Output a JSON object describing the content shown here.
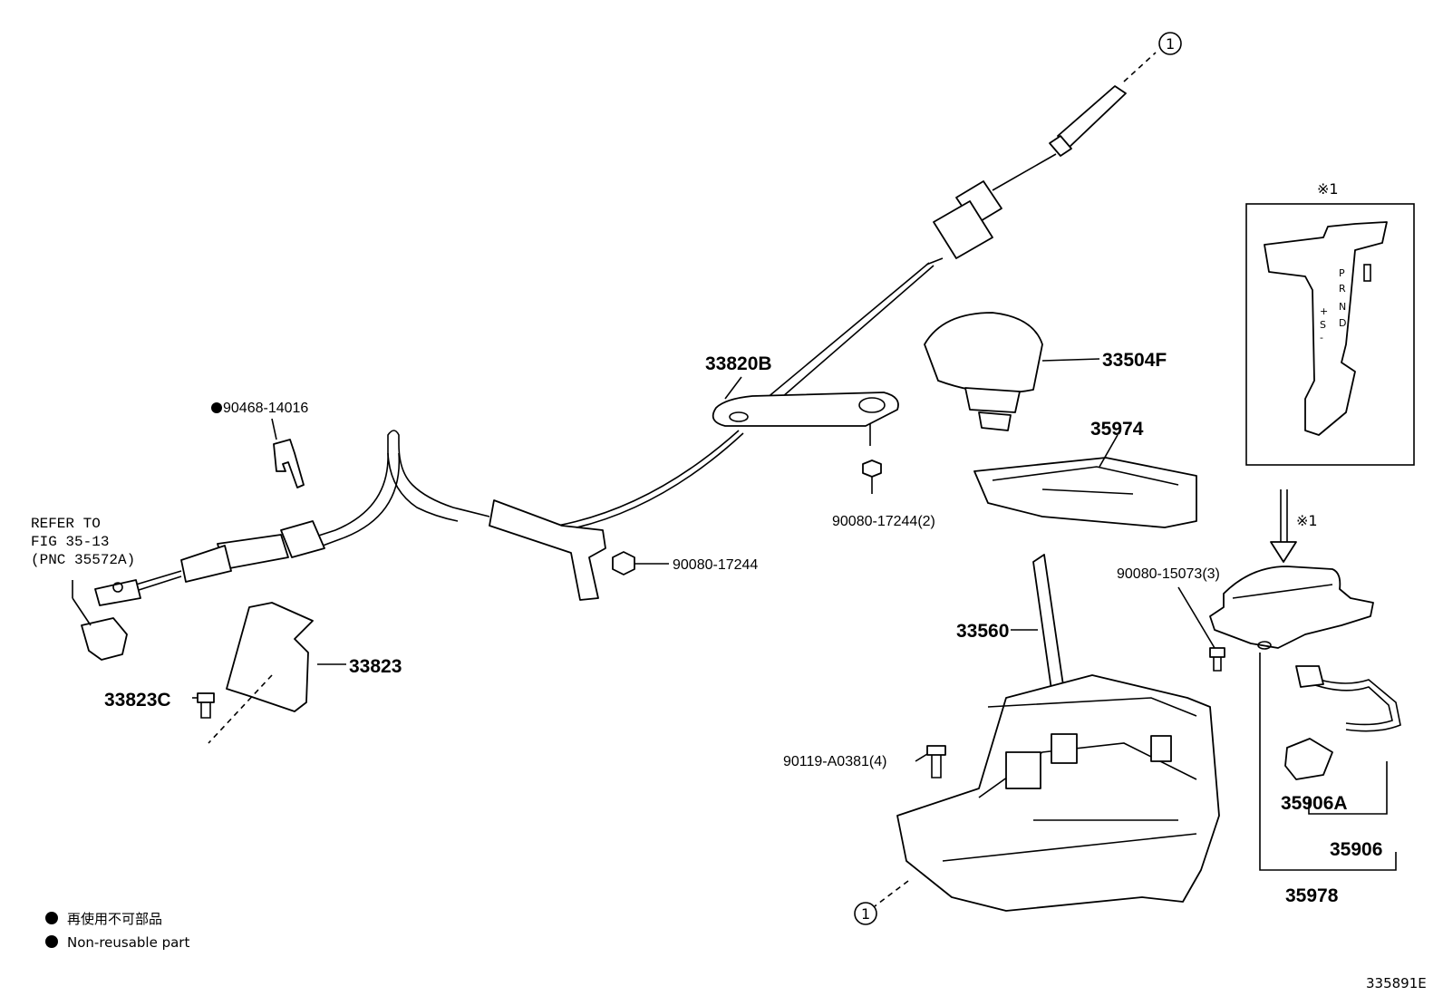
{
  "callouts": {
    "c_33820B": "33820B",
    "c_33504F": "33504F",
    "c_35974": "35974",
    "c_90468": "90468-14016",
    "c_90080_17244_2": "90080-17244(2)",
    "c_90080_17244": "90080-17244",
    "c_33823": "33823",
    "c_33823C": "33823C",
    "c_33560": "33560",
    "c_90080_15073": "90080-15073(3)",
    "c_90119": "90119-A0381(4)",
    "c_35906A": "35906A",
    "c_35906": "35906",
    "c_35978": "35978",
    "circle_one": "1"
  },
  "refer_note": {
    "line1": "REFER TO",
    "line2": "FIG 35-13",
    "line3": "(PNC 35572A)"
  },
  "inset": {
    "mark": "※1",
    "arrow_mark": "※1",
    "gate_labels": [
      "P",
      "R",
      "N",
      "D",
      "+",
      "S",
      "-"
    ]
  },
  "legend": {
    "japanese": "再使用不可部品",
    "english": "Non-reusable part"
  },
  "figure_id": "335891E"
}
